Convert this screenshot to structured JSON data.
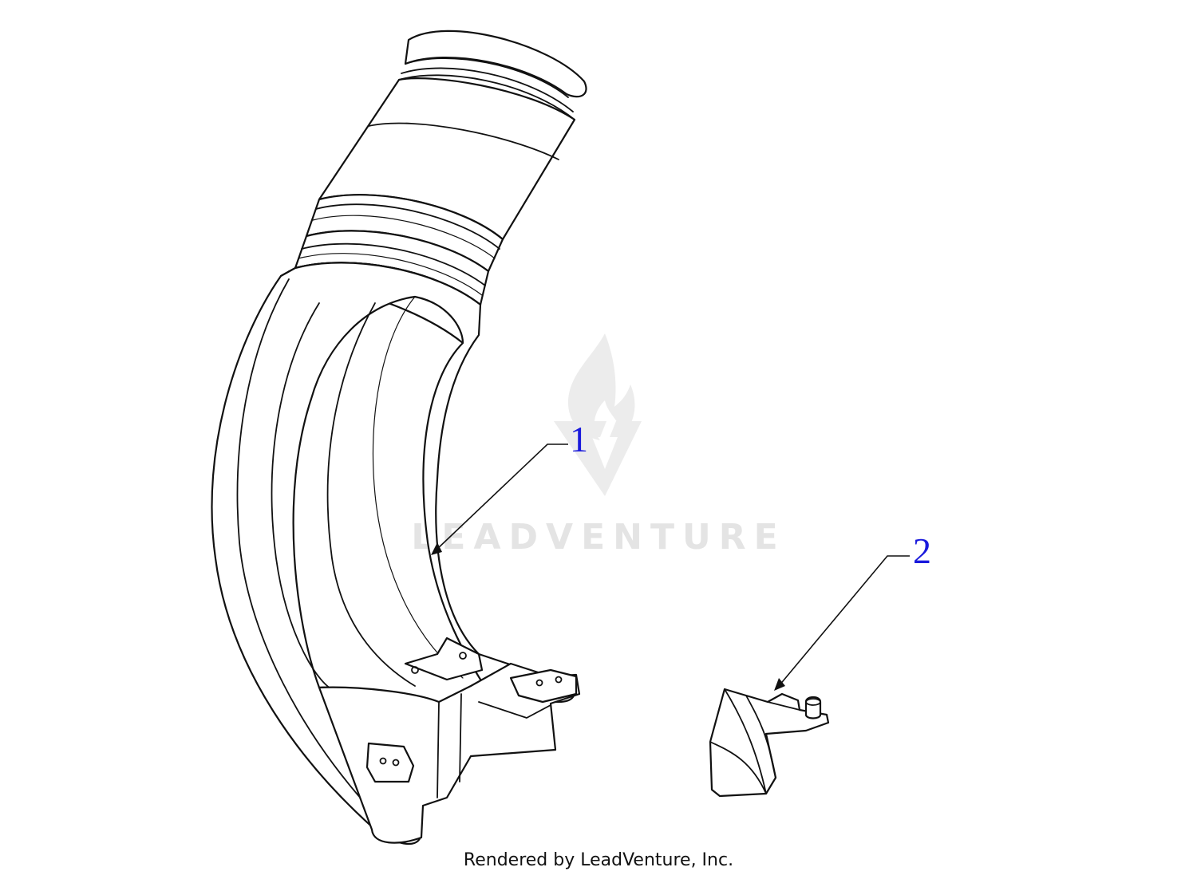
{
  "watermark": {
    "text": "LEADVENTURE",
    "logo_icon": "leadventure-flame-v-logo"
  },
  "callouts": [
    {
      "number": "1",
      "part": "chute"
    },
    {
      "number": "2",
      "part": "chute-deflector"
    }
  ],
  "footer": {
    "credit": "Rendered by LeadVenture, Inc."
  },
  "colors": {
    "callout": "#1a1adc",
    "watermark": "#e4e4e4",
    "linework": "#111111"
  }
}
